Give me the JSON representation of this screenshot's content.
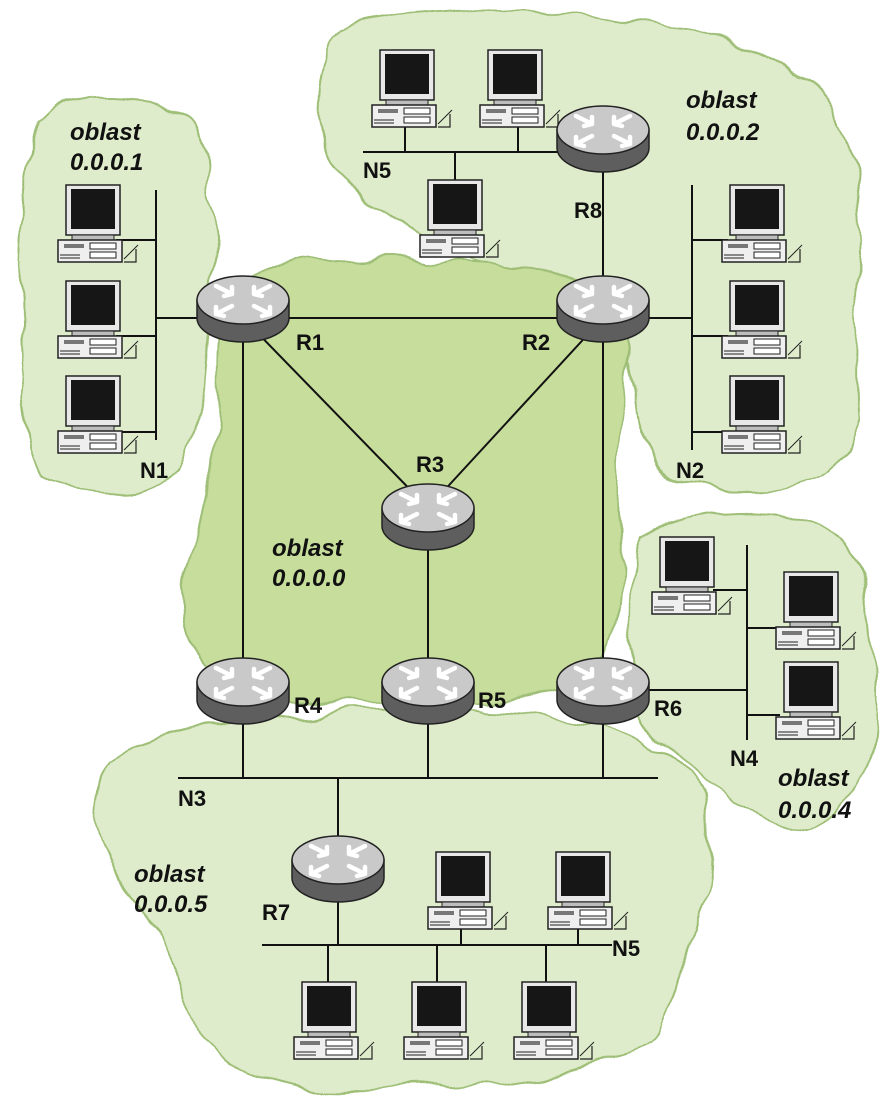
{
  "colors": {
    "outer_cloud": "#dfeccb",
    "backbone_cloud": "#c6dd9b",
    "cloud_edge": "#9fbf78",
    "router_top": "#c9c9c9",
    "router_side": "#5e5e5e",
    "wire": "#111111"
  },
  "areas": [
    {
      "id": "a1",
      "line1": "oblast",
      "line2": "0.0.0.1"
    },
    {
      "id": "a2",
      "line1": "oblast",
      "line2": "0.0.0.2"
    },
    {
      "id": "a0",
      "line1": "oblast",
      "line2": "0.0.0.0"
    },
    {
      "id": "a4",
      "line1": "oblast",
      "line2": "0.0.0.4"
    },
    {
      "id": "a5",
      "line1": "oblast",
      "line2": "0.0.0.5"
    }
  ],
  "routers": [
    {
      "id": "r1",
      "label": "R1"
    },
    {
      "id": "r2",
      "label": "R2"
    },
    {
      "id": "r3",
      "label": "R3"
    },
    {
      "id": "r4",
      "label": "R4"
    },
    {
      "id": "r5",
      "label": "R5"
    },
    {
      "id": "r6",
      "label": "R6"
    },
    {
      "id": "r7",
      "label": "R7"
    },
    {
      "id": "r8",
      "label": "R8"
    }
  ],
  "networks": [
    {
      "id": "n1",
      "label": "N1"
    },
    {
      "id": "n2",
      "label": "N2"
    },
    {
      "id": "n3",
      "label": "N3"
    },
    {
      "id": "n4",
      "label": "N4"
    },
    {
      "id": "n5top",
      "label": "N5"
    },
    {
      "id": "n5bottom",
      "label": "N5"
    }
  ]
}
